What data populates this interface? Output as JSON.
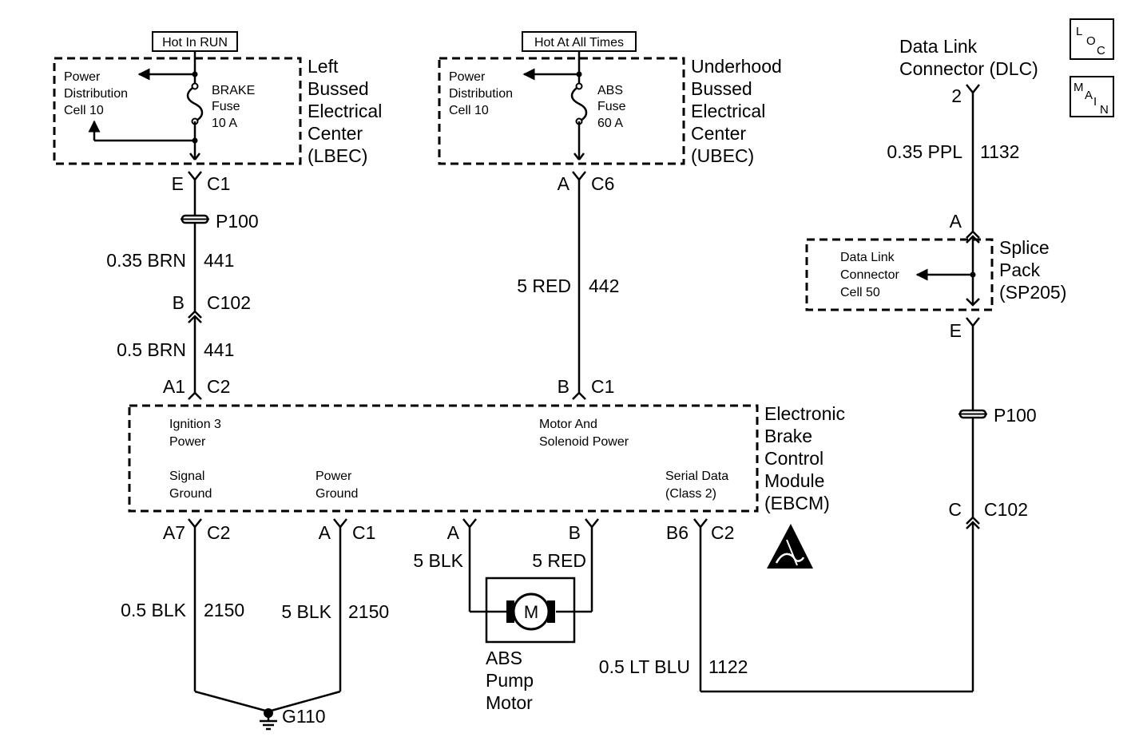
{
  "supply_labels": {
    "hot_in_run": "Hot In RUN",
    "hot_at_all_times": "Hot At All Times"
  },
  "corner_icons": {
    "loc": {
      "l": "L",
      "o": "O",
      "c": "C"
    },
    "main": {
      "m": "M",
      "a": "A",
      "i": "I",
      "n": "N"
    }
  },
  "lbec": {
    "name_lines": [
      "Left",
      "Bussed",
      "Electrical",
      "Center",
      "(LBEC)"
    ],
    "cell_lines": [
      "Power",
      "Distribution",
      "Cell 10"
    ],
    "fuse_lines": [
      "BRAKE",
      "Fuse",
      "10 A"
    ]
  },
  "ubec": {
    "name_lines": [
      "Underhood",
      "Bussed",
      "Electrical",
      "Center",
      "(UBEC)"
    ],
    "cell_lines": [
      "Power",
      "Distribution",
      "Cell 10"
    ],
    "fuse_lines": [
      "ABS",
      "Fuse",
      "60 A"
    ]
  },
  "dlc": {
    "name_lines": [
      "Data Link",
      "Connector (DLC)"
    ],
    "pin": "2"
  },
  "splice_pack": {
    "name_lines": [
      "Splice",
      "Pack",
      "(SP205)"
    ],
    "cell_lines": [
      "Data Link",
      "Connector",
      "Cell 50"
    ],
    "pin_top": "A",
    "pin_bottom": "E"
  },
  "circuit_441": {
    "pin_top": "E",
    "conn_top": "C1",
    "inline": "P100",
    "wire_upper": "0.35 BRN",
    "circuit_upper": "441",
    "pin_mid": "B",
    "conn_mid": "C102",
    "wire_lower": "0.5 BRN",
    "circuit_lower": "441",
    "pin_bottom": "A1",
    "conn_bottom": "C2"
  },
  "circuit_442": {
    "pin_top": "A",
    "conn_top": "C6",
    "wire": "5 RED",
    "circuit": "442",
    "pin_bottom": "B",
    "conn_bottom": "C1"
  },
  "circuit_1132": {
    "wire": "0.35 PPL",
    "circuit": "1132",
    "inline": "P100",
    "pin_c102": "C",
    "conn_c102": "C102"
  },
  "ebcm": {
    "name_lines": [
      "Electronic",
      "Brake",
      "Control",
      "Module",
      "(EBCM)"
    ],
    "ign_lines": [
      "Ignition 3",
      "Power"
    ],
    "motor_power_lines": [
      "Motor And",
      "Solenoid Power"
    ],
    "signal_ground_lines": [
      "Signal",
      "Ground"
    ],
    "power_ground_lines": [
      "Power",
      "Ground"
    ],
    "serial_data_lines": [
      "Serial Data",
      "(Class 2)"
    ]
  },
  "ground_circuits": {
    "signal": {
      "pin": "A7",
      "conn": "C2",
      "wire": "0.5 BLK",
      "circuit": "2150"
    },
    "power": {
      "pin": "A",
      "conn": "C1",
      "wire": "5 BLK",
      "circuit": "2150"
    },
    "ground_point": "G110"
  },
  "pump_motor": {
    "pin_a": "A",
    "pin_b": "B",
    "wire_a": "5 BLK",
    "wire_b": "5 RED",
    "symbol": "M",
    "name_lines": [
      "ABS",
      "Pump",
      "Motor"
    ]
  },
  "serial_circuit": {
    "pin": "B6",
    "conn": "C2",
    "wire": "0.5 LT BLU",
    "circuit": "1122"
  }
}
